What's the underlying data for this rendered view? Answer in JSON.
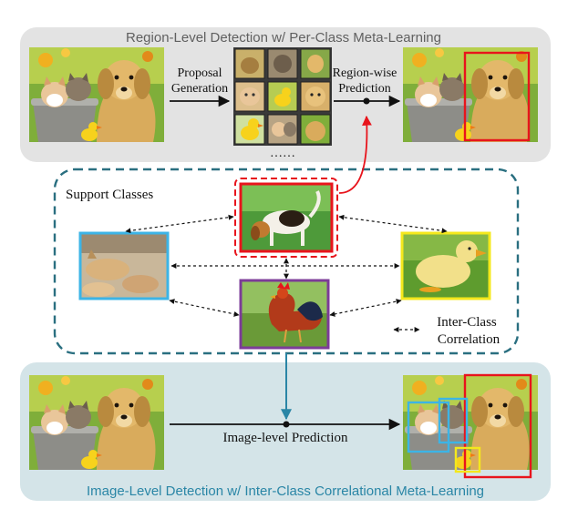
{
  "top_panel": {
    "title": "Region-Level Detection w/ Per-Class Meta-Learning",
    "proposal_label_line1": "Proposal",
    "proposal_label_line2": "Generation",
    "region_label_line1": "Region-wise",
    "region_label_line2": "Prediction",
    "ellipsis": "……"
  },
  "support_panel": {
    "title": "Support Classes",
    "legend_line1": "Inter-Class",
    "legend_line2": "Correlation",
    "classes": [
      "dog",
      "cat",
      "bird",
      "chicken"
    ]
  },
  "bottom_panel": {
    "title": "Image-Level Detection w/ Inter-Class Correlational Meta-Learning",
    "prediction_label": "Image-level Prediction"
  },
  "colors": {
    "top_panel_bg": "#e3e3e3",
    "bottom_panel_bg": "#d4e4e8",
    "bottom_title": "#2a86a6",
    "top_title": "#606060",
    "support_border": "#2a6f80",
    "dog_box": "#e8141c",
    "cat_box": "#3cb4e6",
    "bird_box": "#f4e81c",
    "chicken_box": "#7c3c98",
    "arrow_red": "#e8141c",
    "arrow_teal": "#2a86a6"
  }
}
